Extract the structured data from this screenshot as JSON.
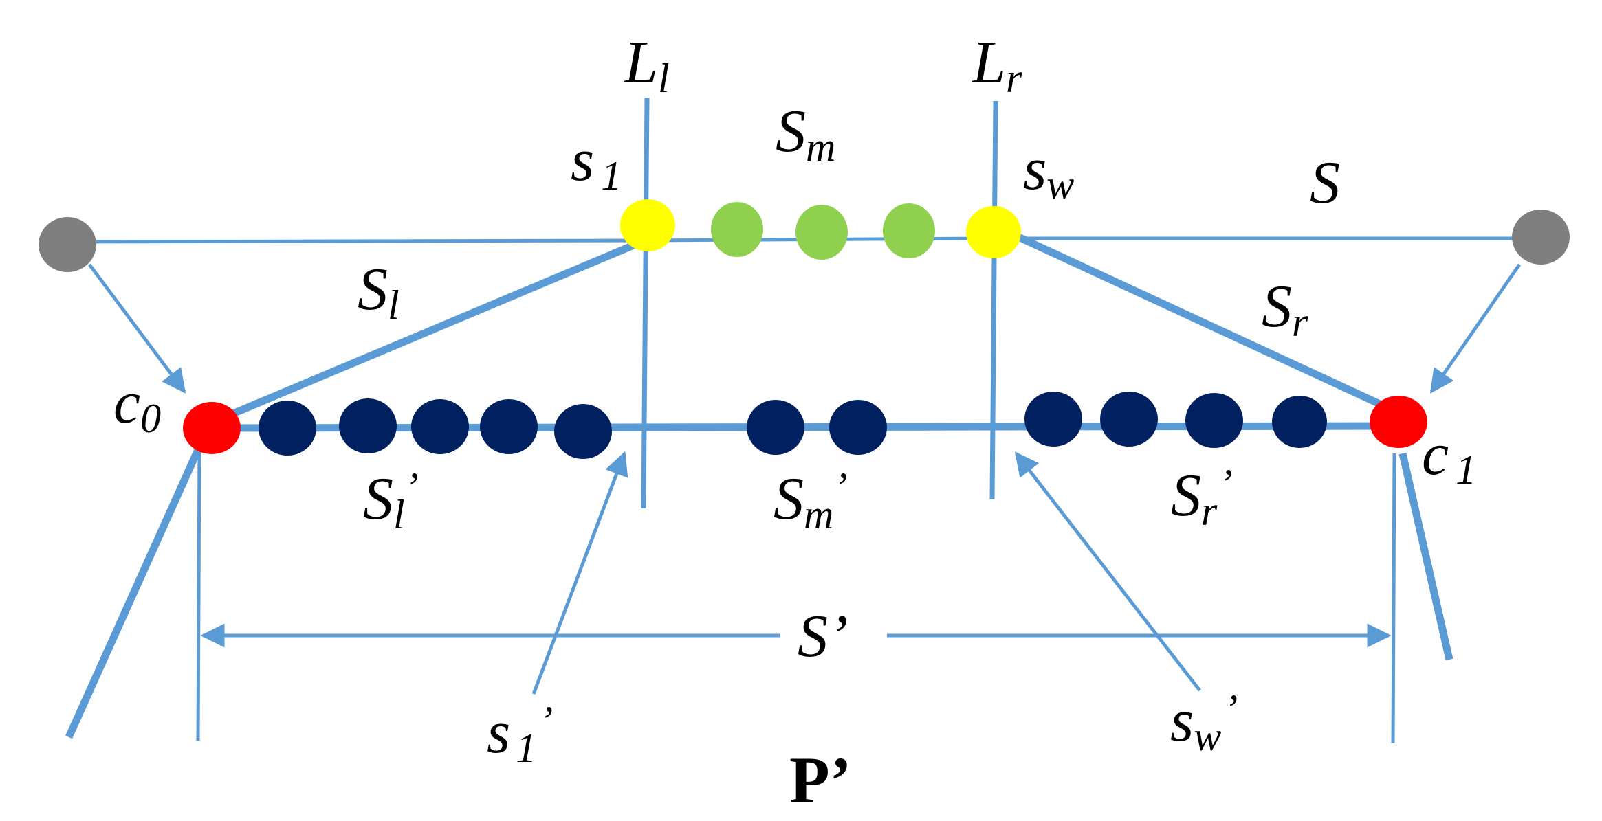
{
  "labels": {
    "L_l": {
      "main": "L",
      "sub": "l"
    },
    "L_r": {
      "main": "L",
      "sub": "r"
    },
    "S_m": {
      "main": "S",
      "sub": "m"
    },
    "s_1": {
      "main": "s",
      "sub": "1"
    },
    "s_w": {
      "main": "s",
      "sub": "w"
    },
    "S": {
      "main": "S"
    },
    "S_l": {
      "main": "S",
      "sub": "l"
    },
    "S_r": {
      "main": "S",
      "sub": "r"
    },
    "c_0": {
      "main": "c",
      "sub": "0"
    },
    "c_1": {
      "main": "c",
      "sub": "1"
    },
    "S_l_prime": {
      "main": "S",
      "sub": "l",
      "prime": "’"
    },
    "S_m_prime": {
      "main": "S",
      "sub": "m",
      "prime": "’"
    },
    "S_r_prime": {
      "main": "S",
      "sub": "r",
      "prime": "’"
    },
    "S_prime": {
      "main": "S’"
    },
    "s_1_prime": {
      "main": "s",
      "sub": "1",
      "prime": "’"
    },
    "s_w_prime": {
      "main": "s",
      "sub": "w",
      "prime": "’"
    },
    "P_prime": {
      "main": "P’"
    }
  },
  "colors": {
    "line": "#5b9bd5",
    "gray_node": "#7f7f7f",
    "yellow_node": "#ffff00",
    "green_node": "#8fd14f",
    "red_node": "#ff0000",
    "navy_node": "#002060"
  }
}
